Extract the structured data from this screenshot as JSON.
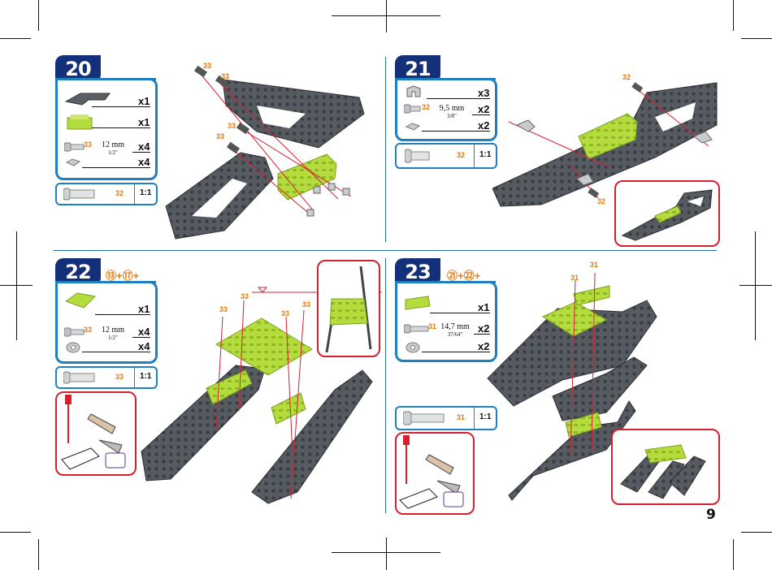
{
  "page_number": "9",
  "colors": {
    "accent_blue": "#1f7fbf",
    "badge_navy": "#14307a",
    "part_green": "#b4dc3c",
    "part_gray": "#555960",
    "callout_red": "#d52030",
    "ref_orange": "#e57a10"
  },
  "steps": [
    {
      "number": "20",
      "parts": [
        {
          "icon": "long-bracket-part-icon",
          "qty": "x1"
        },
        {
          "icon": "green-block-part-icon",
          "qty": "x1"
        },
        {
          "icon": "bolt-part-icon",
          "ref": "33",
          "length": "12 mm",
          "length_in": "1/2\"",
          "qty": "x4"
        },
        {
          "icon": "square-nut-part-icon",
          "qty": "x4"
        }
      ],
      "scale_ref": "32",
      "scale": "1:1",
      "callouts": [
        "33",
        "33",
        "33",
        "33"
      ]
    },
    {
      "number": "21",
      "parts": [
        {
          "icon": "angle-bracket-part-icon",
          "qty": "x3"
        },
        {
          "icon": "bolt-part-icon",
          "ref": "32",
          "length": "9,5 mm",
          "length_in": "3/8\"",
          "qty": "x2"
        },
        {
          "icon": "square-nut-part-icon",
          "qty": "x2"
        }
      ],
      "scale_ref": "32",
      "scale": "1:1",
      "callouts": [
        "32",
        "32"
      ]
    },
    {
      "number": "22",
      "refs": "⑬+⑰+",
      "parts": [
        {
          "icon": "green-plate-part-icon",
          "qty": "x1"
        },
        {
          "icon": "bolt-part-icon",
          "ref": "33",
          "length": "12 mm",
          "length_in": "1/2\"",
          "qty": "x4"
        },
        {
          "icon": "hex-nut-part-icon",
          "qty": "x4"
        }
      ],
      "scale_ref": "33",
      "scale": "1:1",
      "callouts": [
        "33",
        "33",
        "33",
        "33"
      ]
    },
    {
      "number": "23",
      "refs": "㉑+㉒+",
      "parts": [
        {
          "icon": "green-angle-block-part-icon",
          "qty": "x1"
        },
        {
          "icon": "bolt-part-icon",
          "ref": "31",
          "length": "14,7 mm",
          "length_in": "37/64\"",
          "qty": "x2"
        },
        {
          "icon": "hex-nut-part-icon",
          "qty": "x2"
        }
      ],
      "scale_ref": "31",
      "scale": "1:1",
      "callouts": [
        "31",
        "31"
      ]
    }
  ]
}
